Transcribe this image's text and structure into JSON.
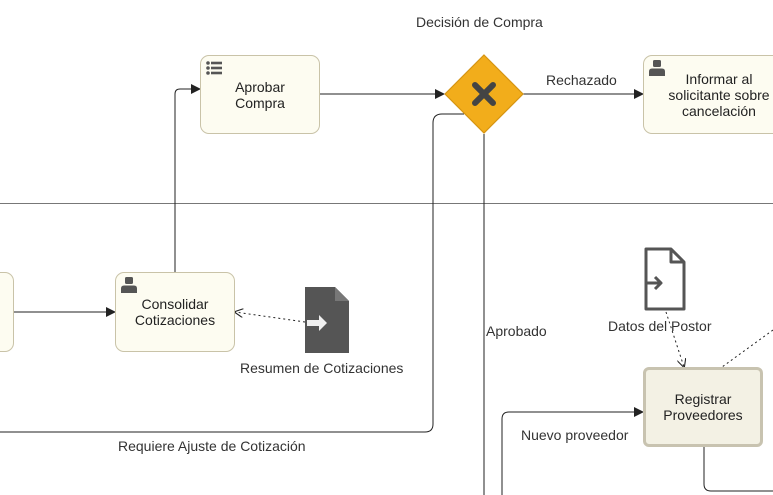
{
  "colors": {
    "task_fill": "#fdfcf1",
    "task_border": "#c9c3a8",
    "gateway_fill": "#f2ad1b",
    "line": "#222222",
    "doc_icon": "#555555"
  },
  "gateway": {
    "title": "Decisión de Compra",
    "icon": "x-icon"
  },
  "tasks": {
    "aprobar": {
      "label": "Aprobar\nCompra",
      "icon": "list-icon"
    },
    "consolidar": {
      "label": "Consolidar\nCotizaciones",
      "icon": "user-icon"
    },
    "informar": {
      "label": "Informar al\nsolicitante sobre\ncancelación",
      "icon": "user-icon"
    },
    "registrar": {
      "label": "Registrar\nProveedores"
    }
  },
  "flows": {
    "rechazado": "Rechazado",
    "aprobado": "Aprobado",
    "nuevo_proveedor": "Nuevo proveedor",
    "requiere_ajuste": "Requiere Ajuste de Cotización"
  },
  "data_objects": {
    "resumen": {
      "label": "Resumen de Cotizaciones",
      "icon": "document-input-icon"
    },
    "datos_postor": {
      "label": "Datos del Postor",
      "icon": "document-input-icon"
    }
  }
}
